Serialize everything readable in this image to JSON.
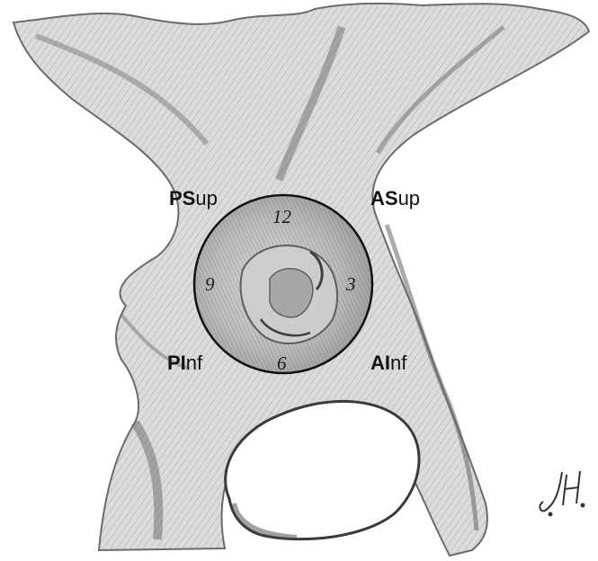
{
  "figure": {
    "quadrant_labels": {
      "posterior_superior": {
        "bold": "PS",
        "rest": "up"
      },
      "anterior_superior": {
        "bold": "AS",
        "rest": "up"
      },
      "posterior_inferior": {
        "bold": "PI",
        "rest": "nf"
      },
      "anterior_inferior": {
        "bold": "AI",
        "rest": "nf"
      }
    },
    "clock_positions": {
      "top": "12",
      "right": "3",
      "bottom": "6",
      "left": "9"
    },
    "signature": "J.H.",
    "colors": {
      "background": "#ffffff",
      "line": "#111111",
      "pencil_dark": "#555555",
      "pencil_light": "#bdbdbd"
    }
  }
}
